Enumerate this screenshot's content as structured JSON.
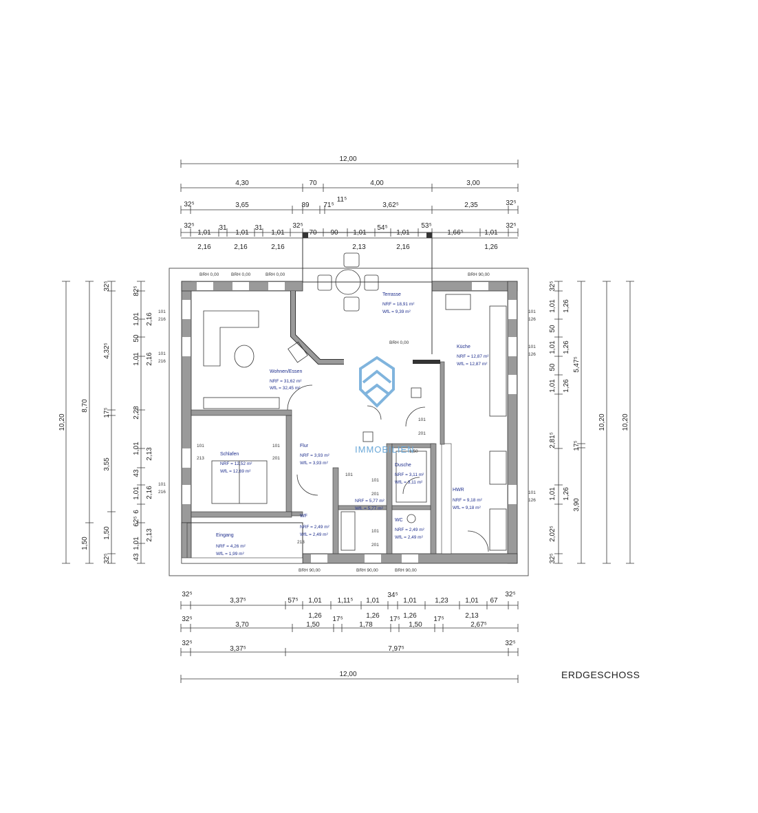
{
  "title": "ERDGESCHOSS",
  "watermark": "IMMOBILIEN",
  "dims_top": {
    "row1": [
      "12,00"
    ],
    "row2": [
      "4,30",
      "70",
      "4,00",
      "3,00"
    ],
    "row3": [
      "32⁵",
      "3,65",
      "89",
      "71⁵",
      "11⁵",
      "3,62⁵",
      "2,35",
      "32⁵"
    ],
    "row4": [
      "32⁵",
      "1,01",
      "31",
      "1,01",
      "31",
      "1,01",
      "32⁵",
      "70",
      "90",
      "1,01",
      "54⁵",
      "1,01",
      "53⁵",
      "1,66⁵",
      "1,01",
      "32⁵"
    ],
    "row5": [
      "2,16",
      "2,16",
      "2,16",
      "2,13",
      "2,16",
      "1,26"
    ]
  },
  "dims_bottom": {
    "row1": [
      "32⁵",
      "3,37⁵",
      "57⁵",
      "1,01",
      "1,11⁵",
      "1,01",
      "34⁵",
      "1,01",
      "1,23",
      "1,01",
      "67",
      "32⁵"
    ],
    "row1b": [
      "1,26",
      "1,26",
      "1,26",
      "2,13"
    ],
    "row2": [
      "32⁵",
      "3,70",
      "1,50",
      "17⁵",
      "1,78",
      "17⁵",
      "1,50",
      "17⁵",
      "2,67⁵"
    ],
    "row3": [
      "32⁵",
      "3,37⁵",
      "7,97⁵",
      "32⁵"
    ],
    "row4": [
      "12,00"
    ]
  },
  "dims_left": {
    "outer": "10,20",
    "second": [
      "8,70",
      "1,50"
    ],
    "third": [
      "32⁵",
      "4,32⁵",
      "17⁵",
      "3,55",
      "1,50",
      "32⁵"
    ],
    "fourth": [
      "82⁵",
      "1,01",
      "50",
      "1,01",
      "2,28",
      "1,01",
      "43",
      "1,01",
      "6",
      "62⁵",
      "1,01",
      "43"
    ],
    "fifth": [
      "2,16",
      "2,16",
      "2,13",
      "2,16",
      "2,13"
    ]
  },
  "dims_right": {
    "outer": "10,20",
    "second": "10,20",
    "third": [
      "5,47⁵",
      "17⁵",
      "3,90"
    ],
    "fourth": [
      "32⁵",
      "1,01",
      "50",
      "1,01",
      "50",
      "1,01",
      "2,81⁵",
      "1,01",
      "2,02⁵",
      "32⁵"
    ],
    "fifth": [
      "1,26",
      "1,26",
      "1,26",
      "1,26"
    ]
  },
  "rooms": {
    "wohnen": {
      "name": "Wohnen/Essen",
      "nrf": "NRF = 31,62 m²",
      "wfl": "WfL = 32,45 m²"
    },
    "terrasse": {
      "name": "Terrasse",
      "nrf": "NRF = 18,91 m²",
      "wfl": "WfL = 9,39 m²"
    },
    "kueche": {
      "name": "Küche",
      "nrf": "NRF = 12,87 m²",
      "wfl": "WfL = 12,87 m²"
    },
    "schlafen": {
      "name": "Schlafen",
      "nrf": "NRF = 12,52 m²",
      "wfl": "WfL = 12,69 m²"
    },
    "flur": {
      "name": "Flur",
      "nrf": "NRF = 3,93 m²",
      "wfl": "WfL = 3,93 m²"
    },
    "dusche": {
      "name": "Dusche",
      "nrf": "NRF = 3,11 m²",
      "wfl": "WfL = 3,11 m²"
    },
    "bad": {
      "name": "",
      "nrf": "NRF = 5,77 m²",
      "wfl": "WfL = 5,77 m²"
    },
    "hwr": {
      "name": "HWR",
      "nrf": "NRF = 9,18 m²",
      "wfl": "WfL = 9,18 m²"
    },
    "wf": {
      "name": "WF",
      "nrf": "NRF = 2,49 m²",
      "wfl": "WfL = 2,49 m²"
    },
    "wc": {
      "name": "WC",
      "nrf": "NRF = 2,49 m²",
      "wfl": "WfL = 2,49 m²"
    },
    "eingang": {
      "name": "Eingang",
      "nrf": "NRF = 4,26 m²",
      "wfl": "WfL = 1,99 m²"
    }
  },
  "labels": {
    "brh0": "BRH 0,00",
    "brh90": "BRH 90,00",
    "d101": "101",
    "d216": "216",
    "d213": "213",
    "d201": "201",
    "d126": "126",
    "d150": "1,50"
  }
}
